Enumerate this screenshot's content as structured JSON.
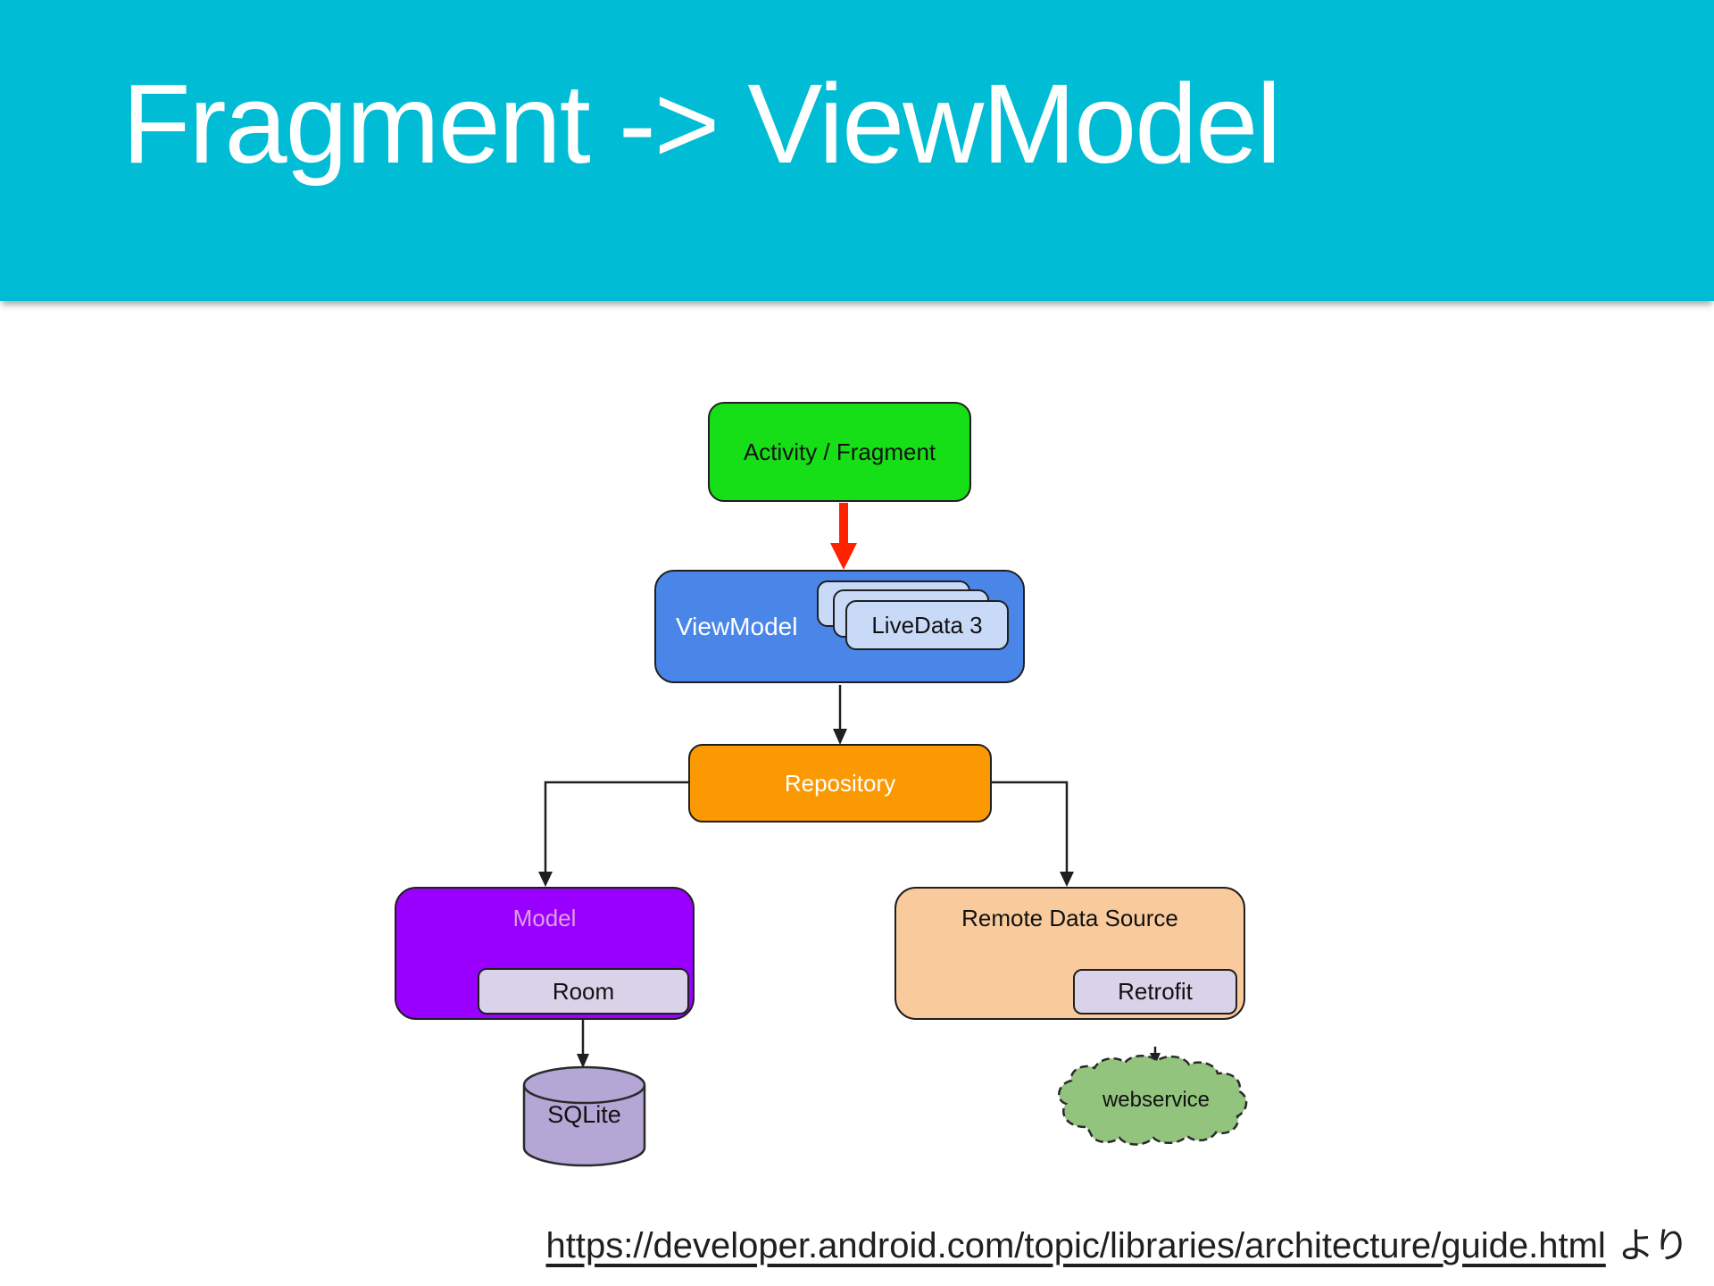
{
  "slide": {
    "title": "Fragment -> ViewModel",
    "source_link": "https://developer.android.com/topic/libraries/architecture/guide.html",
    "source_suffix": "より"
  },
  "diagram": {
    "nodes": {
      "activity": {
        "label": "Activity / Fragment",
        "fill": "#17DF17",
        "text_color": "#111111"
      },
      "viewmodel": {
        "label": "ViewModel",
        "fill": "#4A86E8",
        "text_color": "#FFFFFF"
      },
      "livedata": {
        "label": "LiveData 3",
        "fill": "#C9DAF8",
        "text_color": "#111111"
      },
      "repository": {
        "label": "Repository",
        "fill": "#FB9902",
        "text_color": "#FFFFFF"
      },
      "model": {
        "label": "Model",
        "fill": "#9900FF",
        "text_color": "#DE9EDF"
      },
      "room": {
        "label": "Room",
        "fill": "#D9D2E9",
        "text_color": "#111111"
      },
      "remote": {
        "label": "Remote Data Source",
        "fill": "#F9CB9C",
        "text_color": "#111111"
      },
      "retrofit": {
        "label": "Retrofit",
        "fill": "#D9D2E9",
        "text_color": "#111111"
      },
      "sqlite": {
        "label": "SQLite",
        "fill": "#B4A7D6",
        "text_color": "#111111"
      },
      "webservice": {
        "label": "webservice",
        "fill": "#93C47D",
        "text_color": "#111111"
      }
    },
    "colors": {
      "banner": "#00BCD4",
      "arrow_red": "#FF2200",
      "connector": "#1f1f1f"
    }
  }
}
